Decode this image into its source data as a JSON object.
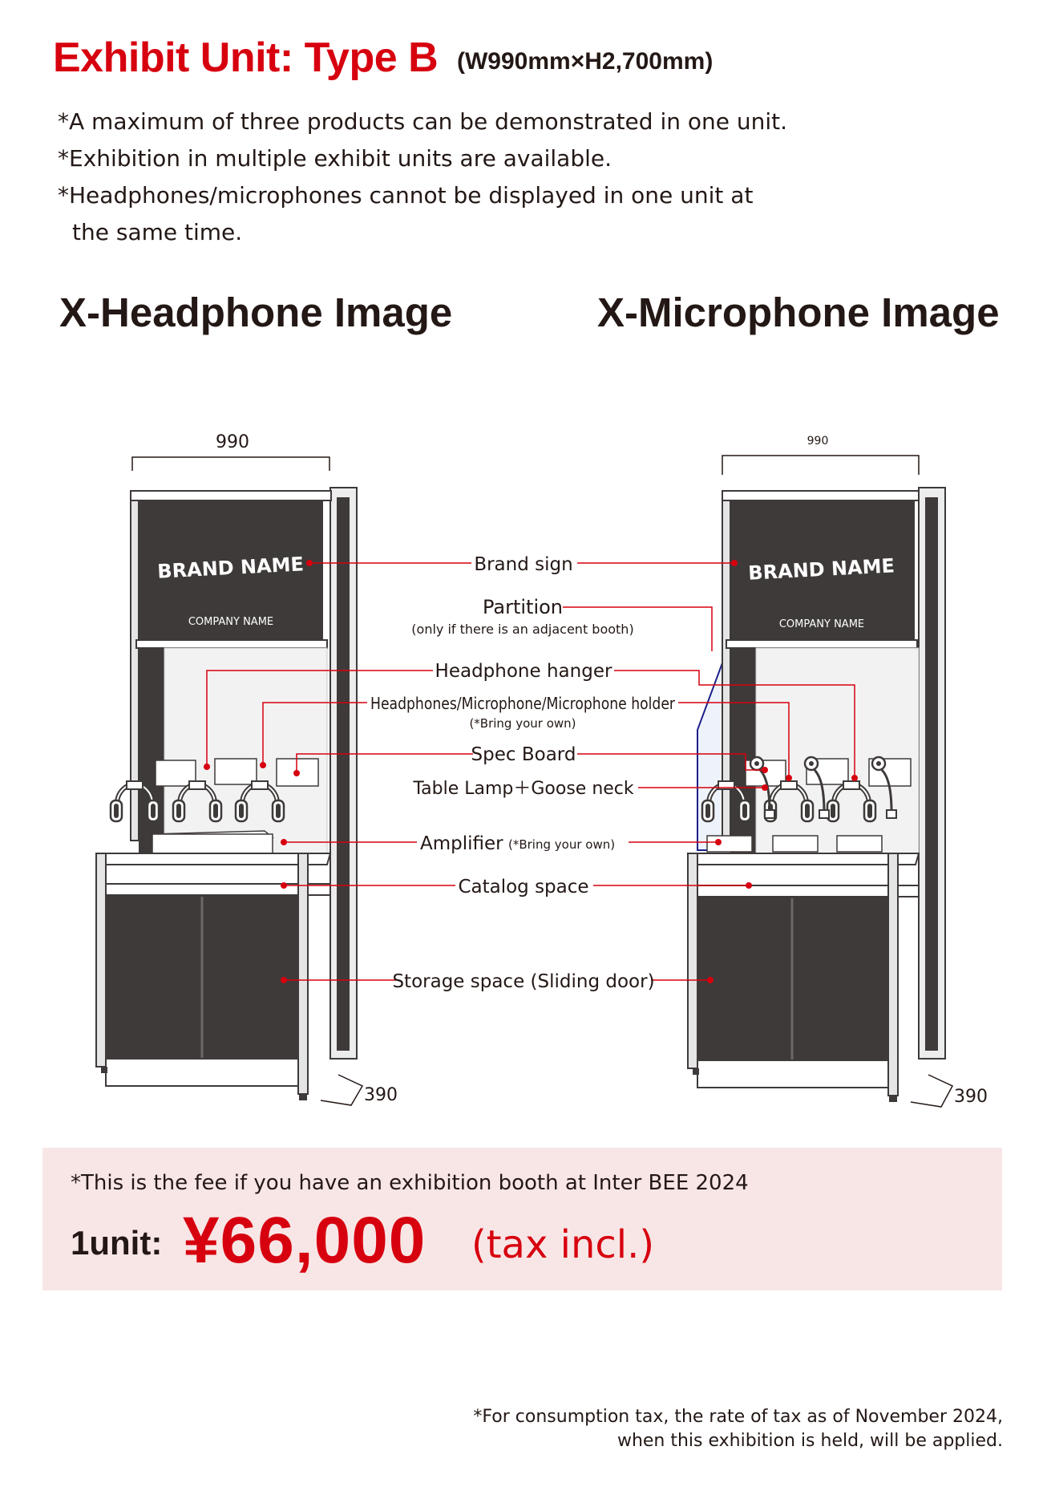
{
  "header": {
    "title": "Exhibit Unit: Type B",
    "dimensions": "(W990mm×H2,700mm)"
  },
  "notes": [
    "*A maximum of three products can be demonstrated in one unit.",
    "*Exhibition in multiple exhibit units are available.",
    "*Headphones/microphones cannot be displayed in one unit at",
    "the same time."
  ],
  "sections": {
    "headphone_title": "X-Headphone Image",
    "microphone_title": "X-Microphone Image"
  },
  "diagram": {
    "dim_width_left": "990",
    "dim_width_right": "990",
    "dim_depth_left": "390",
    "dim_depth_right": "390",
    "brand_name": "BRAND NAME",
    "company_name": "COMPANY NAME",
    "labels": {
      "brand_sign": "Brand sign",
      "partition": "Partition",
      "partition_note": "(only if there is an adjacent booth)",
      "headphone_hanger": "Headphone hanger",
      "holder": "Headphones/Microphone/Microphone holder",
      "holder_note": "(*Bring your own)",
      "spec_board": "Spec Board",
      "table_lamp": "Table Lamp＋Goose neck",
      "amplifier": "Amplifier",
      "amplifier_note": "(*Bring your own)",
      "catalog_space": "Catalog space",
      "storage_space": "Storage space (Sliding door)"
    },
    "colors": {
      "panel": "#3e3a39",
      "frame": "#c9caca",
      "leader": "#d7000f",
      "partition": "#1d2088"
    }
  },
  "fee": {
    "note": "*This is the fee if you have an exhibition booth at Inter BEE 2024",
    "label": "1unit:",
    "price": "¥66,000",
    "tax": "(tax incl.)"
  },
  "footer": [
    "*For consumption tax, the rate of tax as of November 2024,",
    "when this exhibition is held, will be applied."
  ]
}
